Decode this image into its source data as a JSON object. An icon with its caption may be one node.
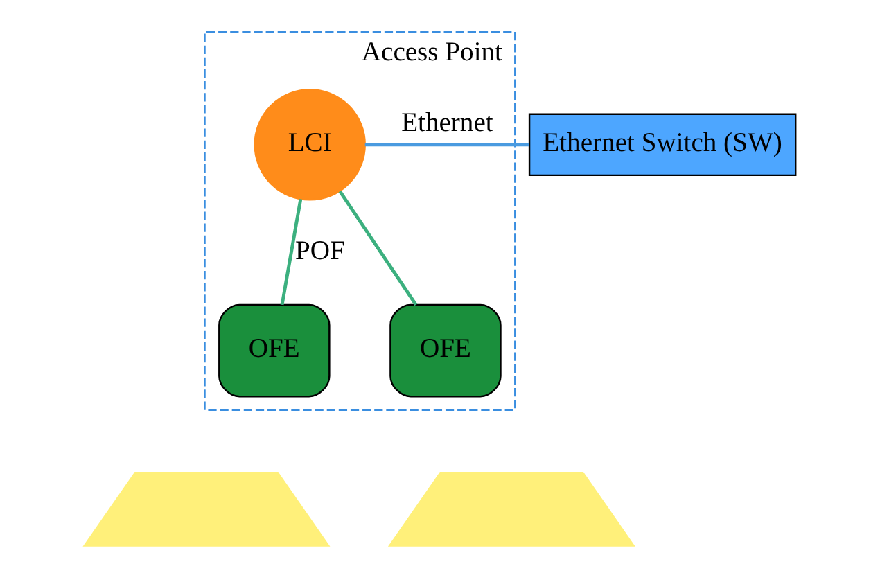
{
  "diagram": {
    "nodes": [
      {
        "text": [
          "Access Point"
        ]
      },
      {
        "text": [
          "Ethernet Switch (SW)"
        ]
      },
      {
        "text": [
          "LCI"
        ],
        "in": 0
      },
      {
        "text": [
          "OFE"
        ],
        "in": 0
      },
      {
        "text": [
          "OFE"
        ],
        "in": 0
      },
      {
        "text": [],
        "shape": "trapezium"
      },
      {
        "text": [],
        "shape": "trapezium"
      }
    ],
    "edges": [
      {
        "from": 1,
        "to": 2,
        "arrow": "none",
        "label": "Ethernet",
        "color": "#4a9be0"
      },
      {
        "from": 2,
        "to": 3,
        "arrow": "none",
        "label": "POF"
      },
      {
        "from": 2,
        "to": 4,
        "arrow": "none"
      }
    ]
  }
}
